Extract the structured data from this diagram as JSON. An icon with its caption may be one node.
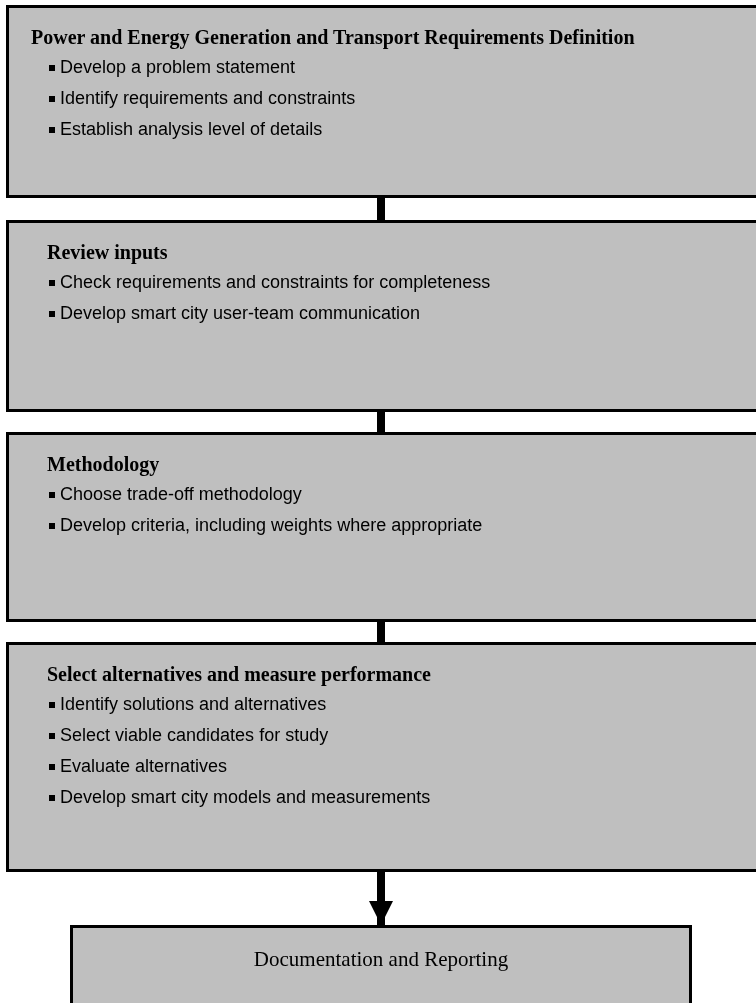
{
  "diagram": {
    "nodes": [
      {
        "text": [
          "Power and Energy Generation and Transport Requirements Definition",
          "Develop a problem statement",
          "Identify requirements and constraints",
          "Establish analysis level of details"
        ]
      },
      {
        "text": [
          "Review inputs",
          "Check requirements and constraints for completeness",
          "Develop smart city user-team communication"
        ]
      },
      {
        "text": [
          "Methodology",
          "Choose trade-off methodology",
          "Develop criteria, including weights where appropriate"
        ]
      },
      {
        "text": [
          "Select alternatives and measure performance",
          "Identify solutions and alternatives",
          "Select viable candidates for study",
          "Evaluate alternatives",
          "Develop smart city models and measurements"
        ]
      },
      {
        "text": [
          "Documentation and Reporting"
        ]
      }
    ],
    "edges": [
      {
        "from": 0,
        "to": 1,
        "arrow": "none"
      },
      {
        "from": 1,
        "to": 2,
        "arrow": "none"
      },
      {
        "from": 2,
        "to": 3,
        "arrow": "none"
      },
      {
        "from": 3,
        "to": 4,
        "arrow": "to"
      }
    ]
  }
}
